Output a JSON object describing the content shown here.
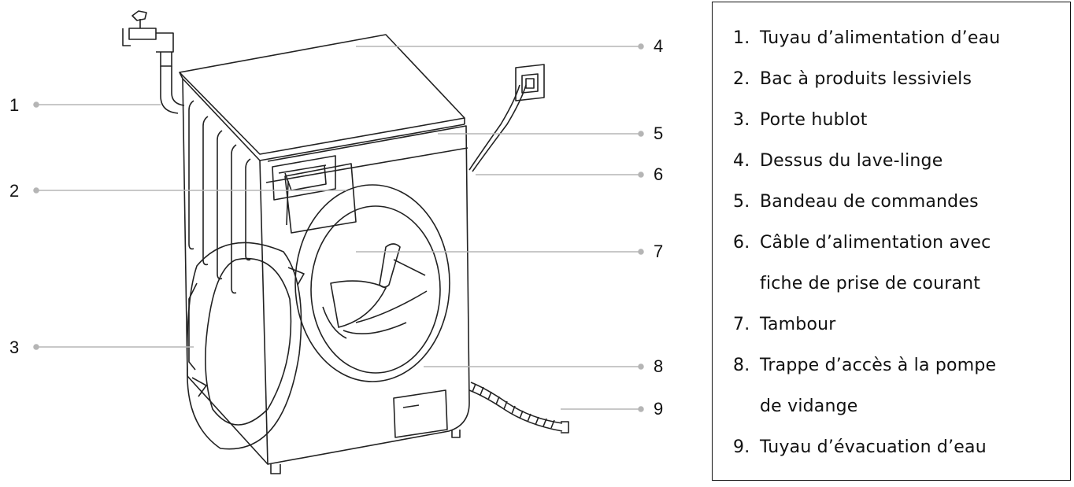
{
  "callouts": [
    {
      "number": "1",
      "label": "Tuyau d’alimentation d’eau"
    },
    {
      "number": "2",
      "label": "Bac à produits lessiviels"
    },
    {
      "number": "3",
      "label": "Porte hublot"
    },
    {
      "number": "4",
      "label": "Dessus du lave-linge"
    },
    {
      "number": "5",
      "label": "Bandeau de commandes"
    },
    {
      "number": "6",
      "label": "Câble d’alimentation avec",
      "label_line2": "fiche de prise de courant"
    },
    {
      "number": "7",
      "label": "Tambour"
    },
    {
      "number": "8",
      "label": "Trappe d’accès à la pompe",
      "label_line2": "de vidange"
    },
    {
      "number": "9",
      "label": "Tuyau d’évacuation d’eau"
    }
  ],
  "leader_color": "#b5b5b5",
  "outline_color": "#222222"
}
